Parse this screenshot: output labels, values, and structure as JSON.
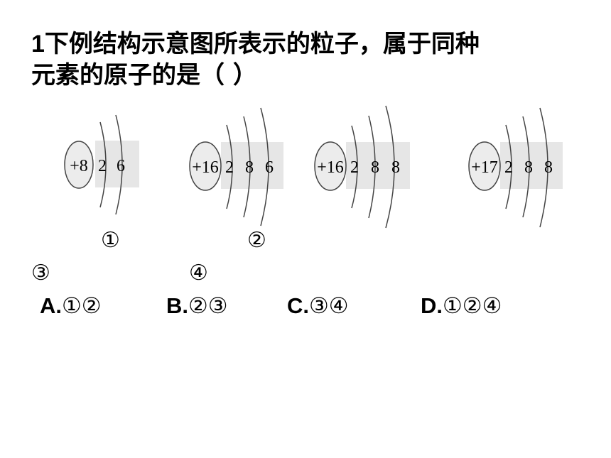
{
  "question": {
    "number": "1",
    "line1": "下例结构示意图所表示的粒子，属于同种",
    "line2": "元素的原子的是（  ）"
  },
  "diagrams": [
    {
      "id": "d1",
      "nucleus": "+8",
      "shells": [
        "2",
        "6"
      ],
      "label": "①"
    },
    {
      "id": "d2",
      "nucleus": "+16",
      "shells": [
        "2",
        "8",
        "6"
      ],
      "label": "②"
    },
    {
      "id": "d3",
      "nucleus": "+16",
      "shells": [
        "2",
        "8",
        "8"
      ],
      "label": "③"
    },
    {
      "id": "d4",
      "nucleus": "+17",
      "shells": [
        "2",
        "8",
        "8"
      ],
      "label": "④"
    }
  ],
  "options": [
    {
      "letter": "A.",
      "choice": "①②"
    },
    {
      "letter": "B.",
      "choice": "②③"
    },
    {
      "letter": "C.",
      "choice": "③④"
    },
    {
      "letter": "D.",
      "choice": "①②④"
    }
  ]
}
